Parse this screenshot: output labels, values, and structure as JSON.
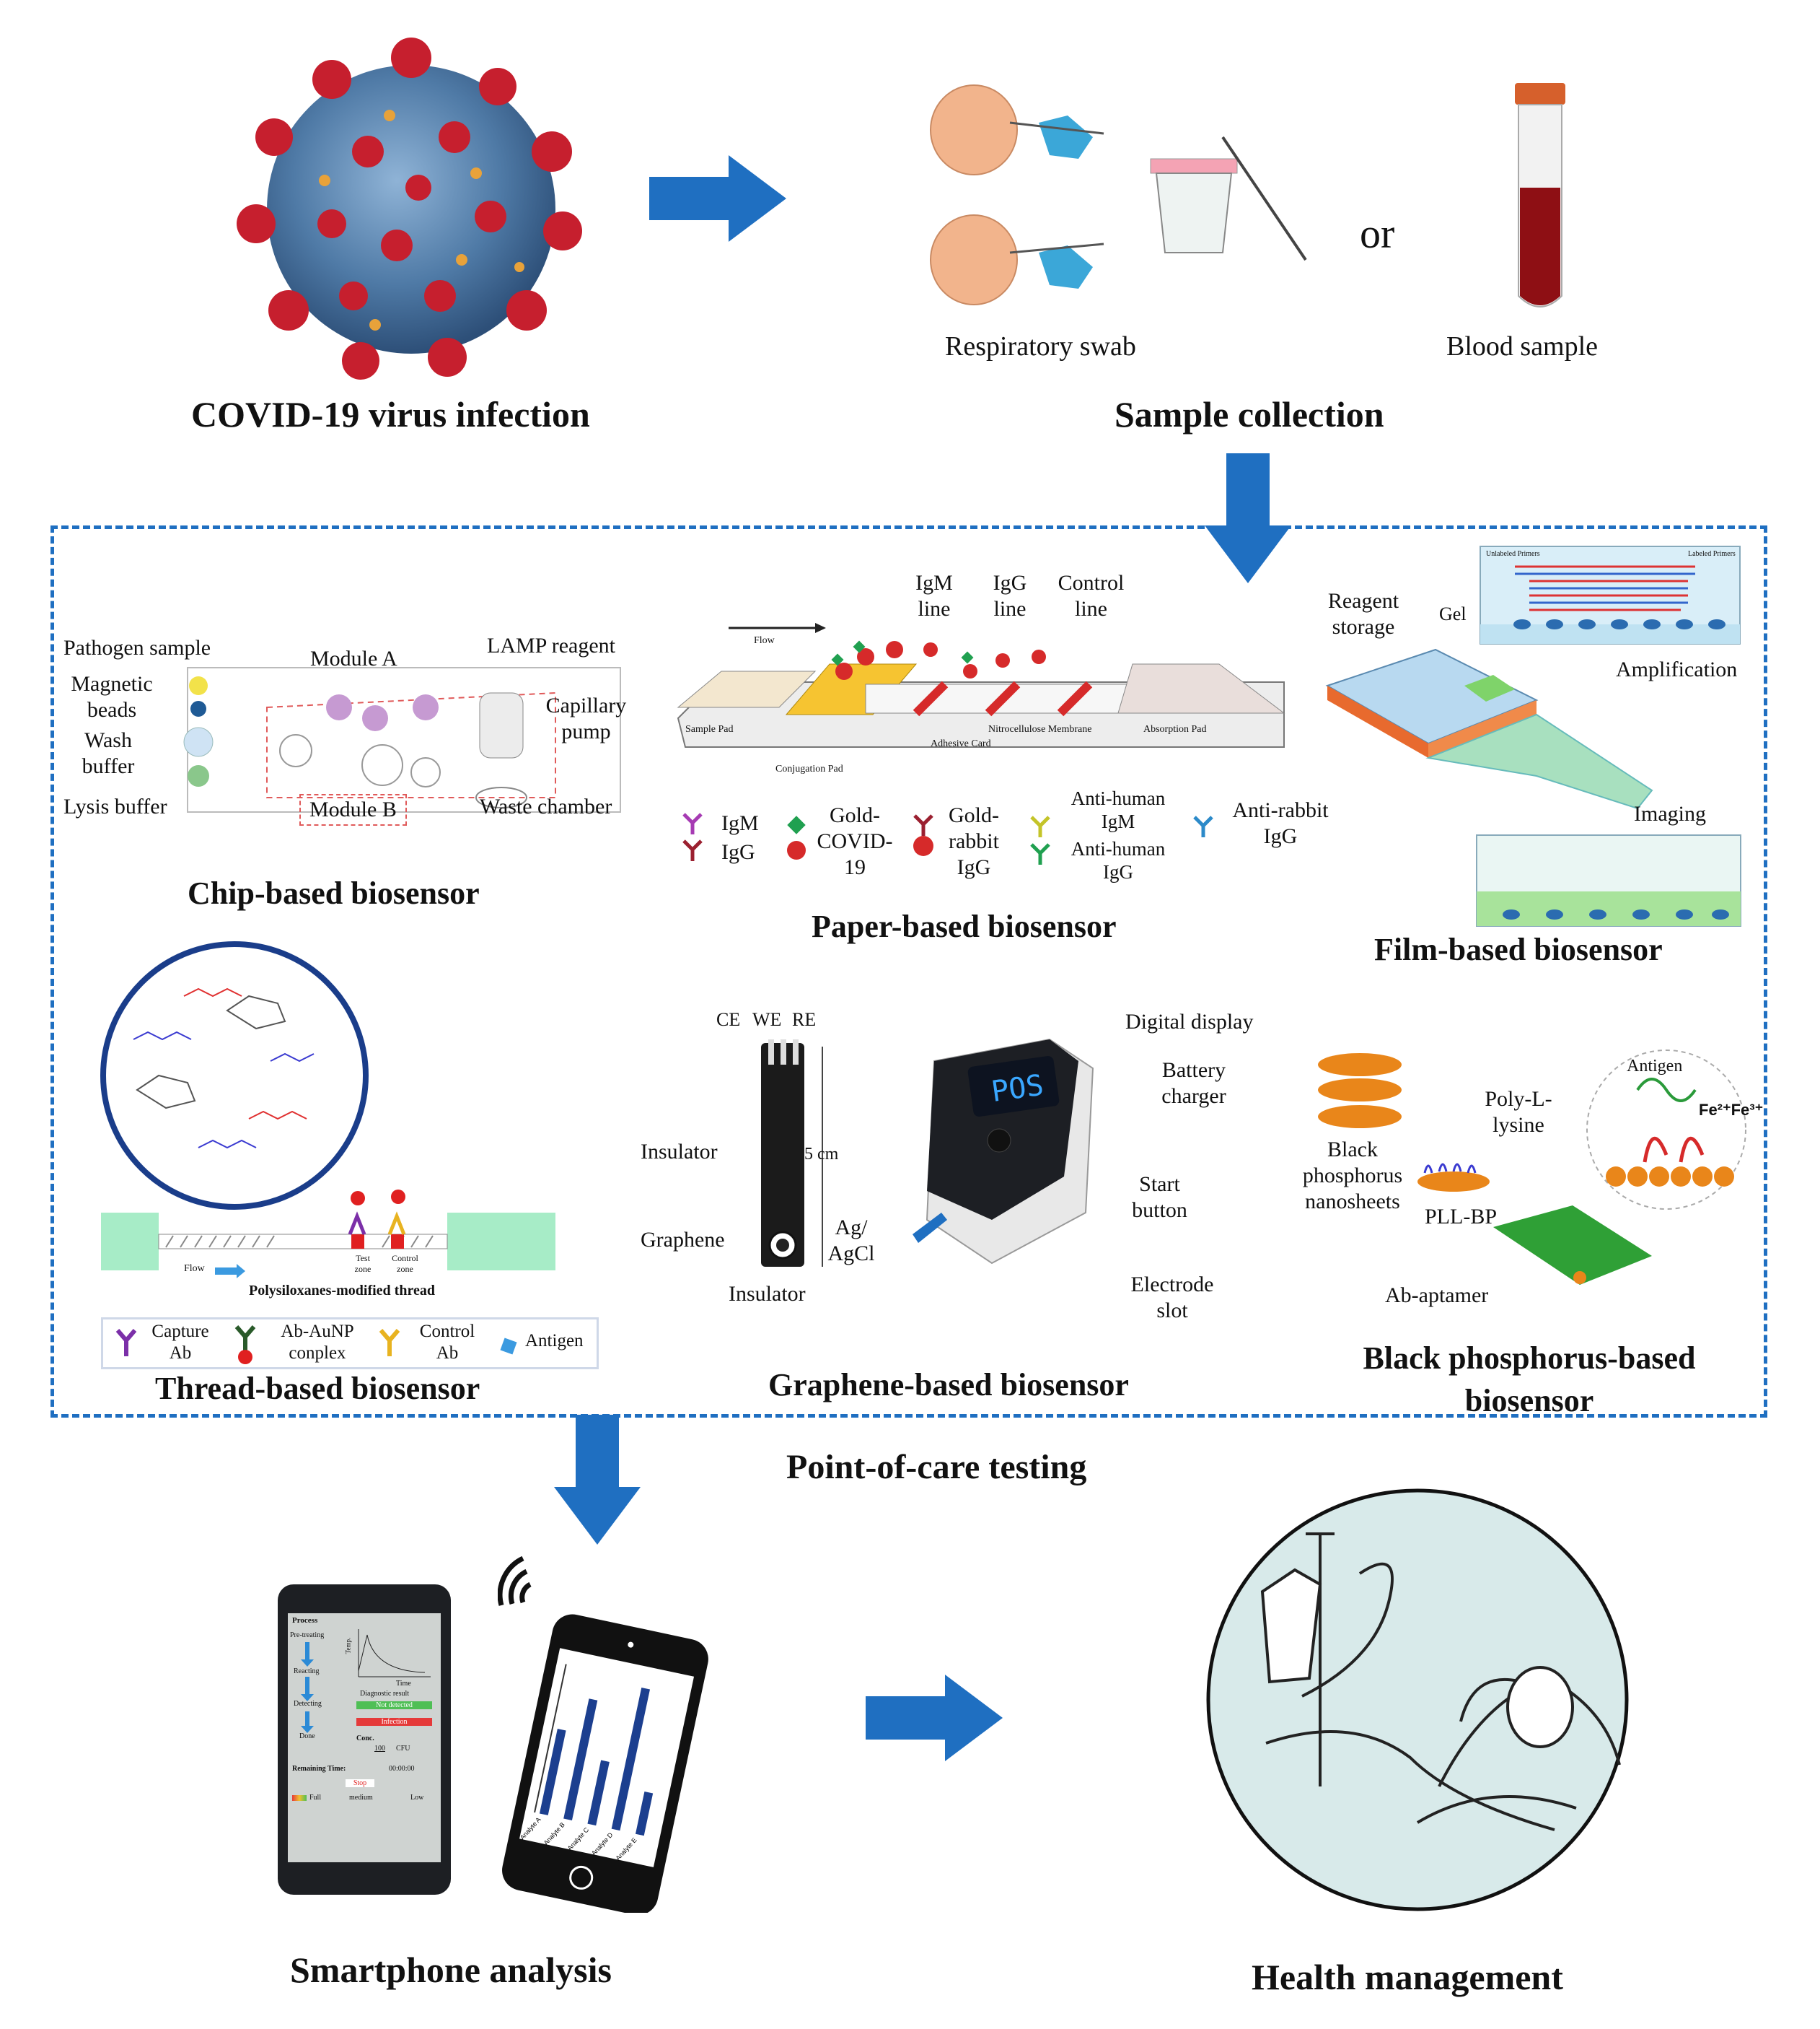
{
  "top": {
    "virus_title": "COVID-19 virus infection",
    "sample_title": "Sample collection",
    "respiratory_swab": "Respiratory swab",
    "or": "or",
    "blood_sample": "Blood sample"
  },
  "poc": {
    "title": "Point-of-care testing",
    "chip": {
      "title": "Chip-based biosensor",
      "pathogen_sample": "Pathogen sample",
      "magnetic_beads": "Magnetic beads",
      "wash_buffer": "Wash buffer",
      "lysis_buffer": "Lysis buffer",
      "module_a": "Module A",
      "module_b": "Module B",
      "lamp_reagent": "LAMP reagent",
      "capillary_pump": "Capillary pump",
      "waste_chamber": "Waste chamber"
    },
    "paper": {
      "title": "Paper-based biosensor",
      "igm_line": "IgM line",
      "igg_line": "IgG line",
      "control_line": "Control line",
      "flow": "Flow",
      "sample_pad": "Sample Pad",
      "conjugation_pad": "Conjugation Pad",
      "nitrocellulose": "Nitrocellulose Membrane",
      "absorption_pad": "Absorption Pad",
      "adhesive_card": "Adhesive Card",
      "legend_igm": "IgM",
      "legend_igg": "IgG",
      "legend_gold_covid": "Gold-COVID-19",
      "legend_gold_rabbit": "Gold-rabbit IgG",
      "legend_anti_igm": "Anti-human IgM",
      "legend_anti_igg": "Anti-human IgG",
      "legend_anti_rabbit": "Anti-rabbit IgG"
    },
    "film": {
      "title": "Film-based biosensor",
      "reagent_storage": "Reagent storage",
      "gel": "Gel",
      "amplification": "Amplification",
      "imaging": "Imaging",
      "unlabeled_primers": "Unlabeled Primers",
      "labeled_primers": "Labeled Primers"
    },
    "thread": {
      "title": "Thread-based biosensor",
      "flow": "Flow",
      "test_zone": "Test zone",
      "control_zone": "Control zone",
      "thread_caption": "Polysiloxanes-modified thread",
      "legend_capture": "Capture Ab",
      "legend_auNP": "Ab-AuNP conplex",
      "legend_control": "Control Ab",
      "legend_antigen": "Antigen"
    },
    "graphene": {
      "title": "Graphene-based biosensor",
      "ce": "CE",
      "we": "WE",
      "re": "RE",
      "insulator_top": "Insulator",
      "graphene": "Graphene",
      "insulator_bottom": "Insulator",
      "length": "5 cm",
      "ag_agcl": "Ag/ AgCl",
      "digital_display": "Digital display",
      "battery_charger": "Battery charger",
      "start_button": "Start button",
      "electrode_slot": "Electrode slot",
      "display_text": "POS"
    },
    "bp": {
      "title": "Black phosphorus-based biosensor",
      "nanosheets": "Black phosphorus nanosheets",
      "poly_l_lysine": "Poly-L-lysine",
      "pll_bp": "PLL-BP",
      "ab_aptamer": "Ab-aptamer",
      "antigen": "Antigen",
      "fe": "Fe²⁺Fe³⁺"
    }
  },
  "bottom": {
    "smartphone_title": "Smartphone analysis",
    "health_title": "Health management",
    "app": {
      "process": "Process",
      "pretreating": "Pre-treating",
      "reacting": "Reacting",
      "detecting": "Detecting",
      "done": "Done",
      "temp": "Temp.",
      "time": "Time",
      "diagnostic_result": "Diagnostic result",
      "not_detected": "Not detected",
      "infection": "Infection",
      "conc": "Conc.",
      "conc_value": "100",
      "conc_unit": "CFU",
      "remaining_time": "Remaining Time:",
      "remaining_value": "00:00:00",
      "stop": "Stop",
      "full": "Full",
      "medium": "medium",
      "low": "Low"
    },
    "phone_chart": {
      "xlabels": [
        "Analyte A",
        "Analyte B",
        "Analyte C",
        "Analyte D",
        "Analyte E"
      ]
    }
  },
  "colors": {
    "arrow_blue": "#1f6fc1",
    "dash_blue": "#1f6fc1",
    "virus_body": "#4f7aa6",
    "spike_red": "#c61f2e",
    "blood_red": "#8e0f14"
  }
}
